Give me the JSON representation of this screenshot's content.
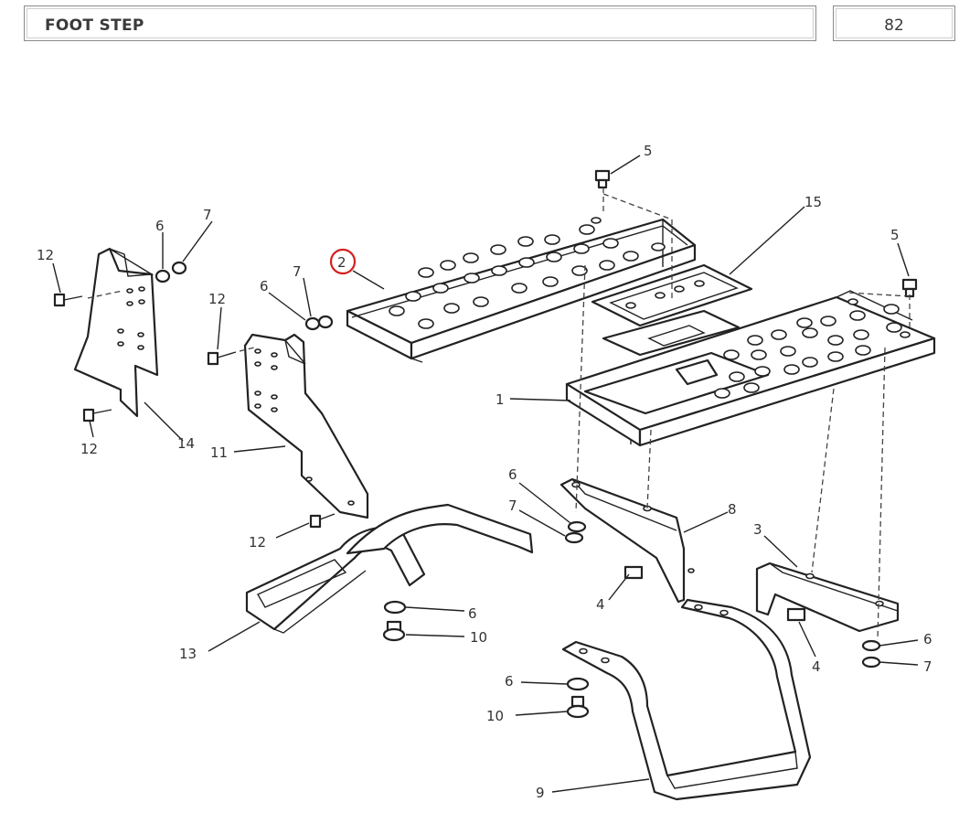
{
  "header": {
    "title": "FOOT STEP",
    "page_number": "82"
  },
  "highlight": {
    "callout": "2",
    "color": "#d42020"
  },
  "callouts": {
    "c5a": "5",
    "c15": "15",
    "c5b": "5",
    "c2": "2",
    "c7a": "7",
    "c6a": "6",
    "c12a": "12",
    "c12b": "12",
    "c7b": "7",
    "c6b": "6",
    "c1": "1",
    "c12c": "12",
    "c14": "14",
    "c11": "11",
    "c6c": "6",
    "c7c": "7",
    "c8": "8",
    "c3": "3",
    "c12d": "12",
    "c4a": "4",
    "c6d": "6",
    "c10a": "10",
    "c13": "13",
    "c4b": "4",
    "c6e": "6",
    "c7d": "7",
    "c6f": "6",
    "c10b": "10",
    "c9": "9"
  }
}
